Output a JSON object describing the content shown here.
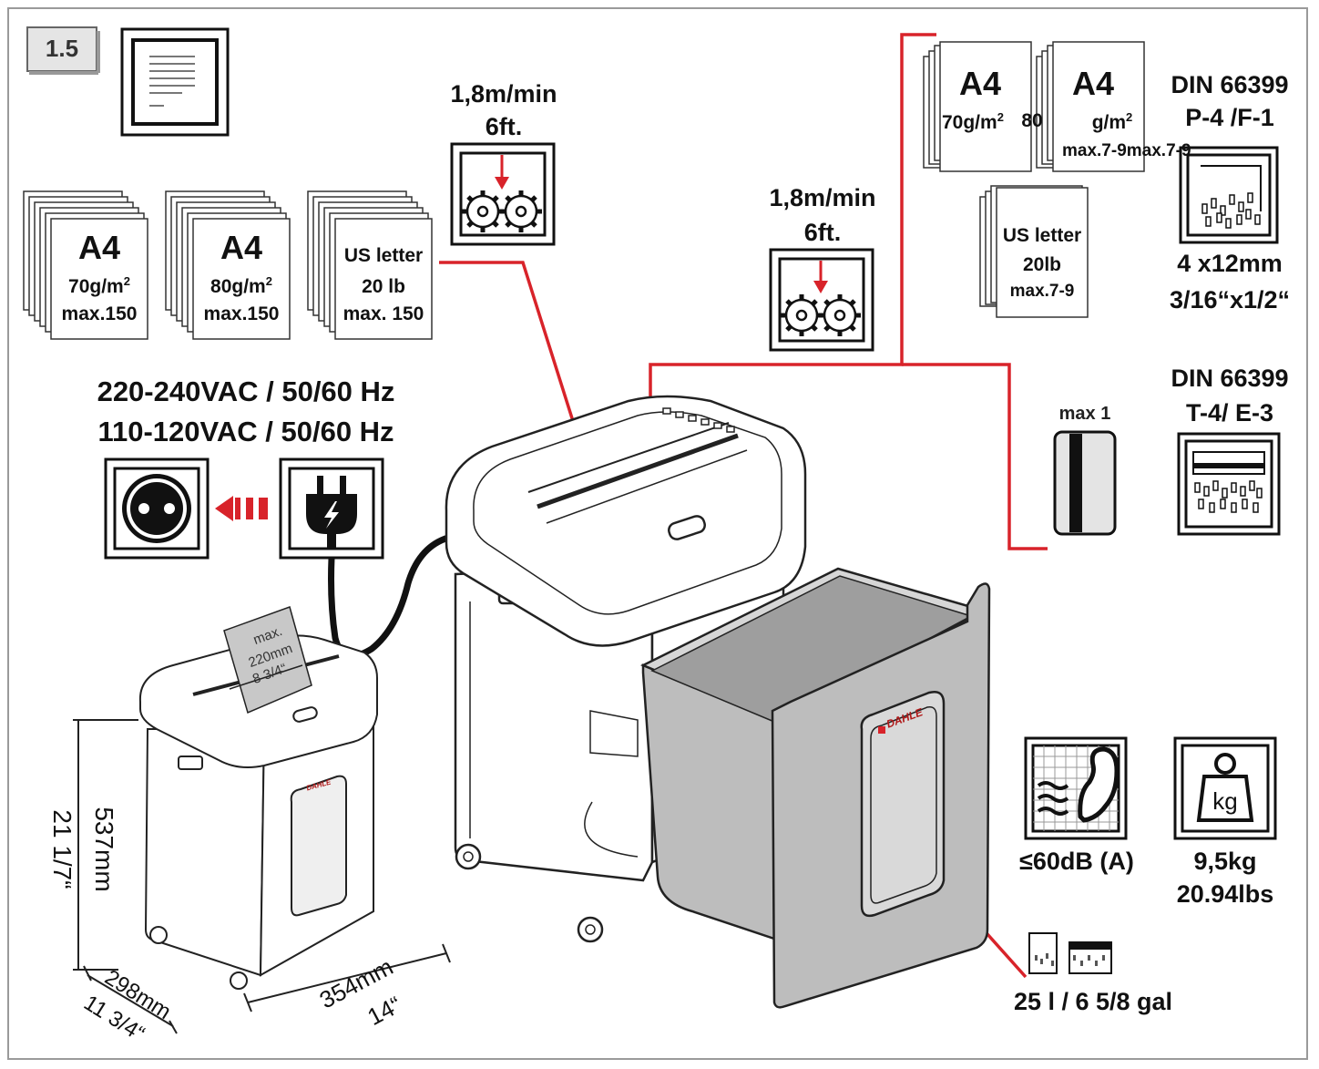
{
  "figure_number": "1.5",
  "sheet_capacity": {
    "a4_70": {
      "size": "A4",
      "weight": "70g/m",
      "sup": "2",
      "max": "max.150"
    },
    "a4_80": {
      "size": "A4",
      "weight": "80g/m",
      "sup": "2",
      "max": "max.150"
    },
    "us_letter": {
      "size": "US letter",
      "weight": "20 lb",
      "max": "max. 150"
    }
  },
  "speed_main": {
    "rate": "1,8m/min",
    "feet": "6ft."
  },
  "speed_manual": {
    "rate": "1,8m/min",
    "feet": "6ft."
  },
  "manual_feed": {
    "a4_70": {
      "size": "A4",
      "weight": "70g/m",
      "sup": "2"
    },
    "a4_80_num": "80",
    "a4_80": {
      "size": "A4",
      "weight": "g/m",
      "sup": "2"
    },
    "max_combined": "max.7-9max.7-9",
    "us_letter": {
      "size": "US letter",
      "weight": "20lb",
      "max": "max.7-9"
    }
  },
  "paper_security": {
    "standard": "DIN 66399",
    "level": "P-4 /F-1",
    "cut_metric": "4 x12mm",
    "cut_imperial": "3/16“x1/2“"
  },
  "card_security": {
    "standard": "DIN 66399",
    "level": "T-4/ E-3",
    "card_max": "max 1"
  },
  "power": {
    "line1": "220-240VAC / 50/60 Hz",
    "line2": "110-120VAC / 50/60 Hz"
  },
  "shredder_brand": "DAHLE",
  "throat": {
    "max": "max.",
    "mm": "220mm",
    "in": "8 3/4“"
  },
  "dimensions": {
    "height_mm": "537mm",
    "height_in": "21 1/7“",
    "depth_mm": "298mm",
    "depth_in": "11 3/4“",
    "width_mm": "354mm",
    "width_in": "14“"
  },
  "noise": "≤60dB (A)",
  "weight": {
    "icon_label": "kg",
    "kg": "9,5kg",
    "lbs": "20.94lbs"
  },
  "bin_volume": "25 l / 6 5/8 gal",
  "colors": {
    "accent_red": "#d8232a",
    "bin_grey": "#bdbdbd",
    "line": "#1a1a1a"
  }
}
